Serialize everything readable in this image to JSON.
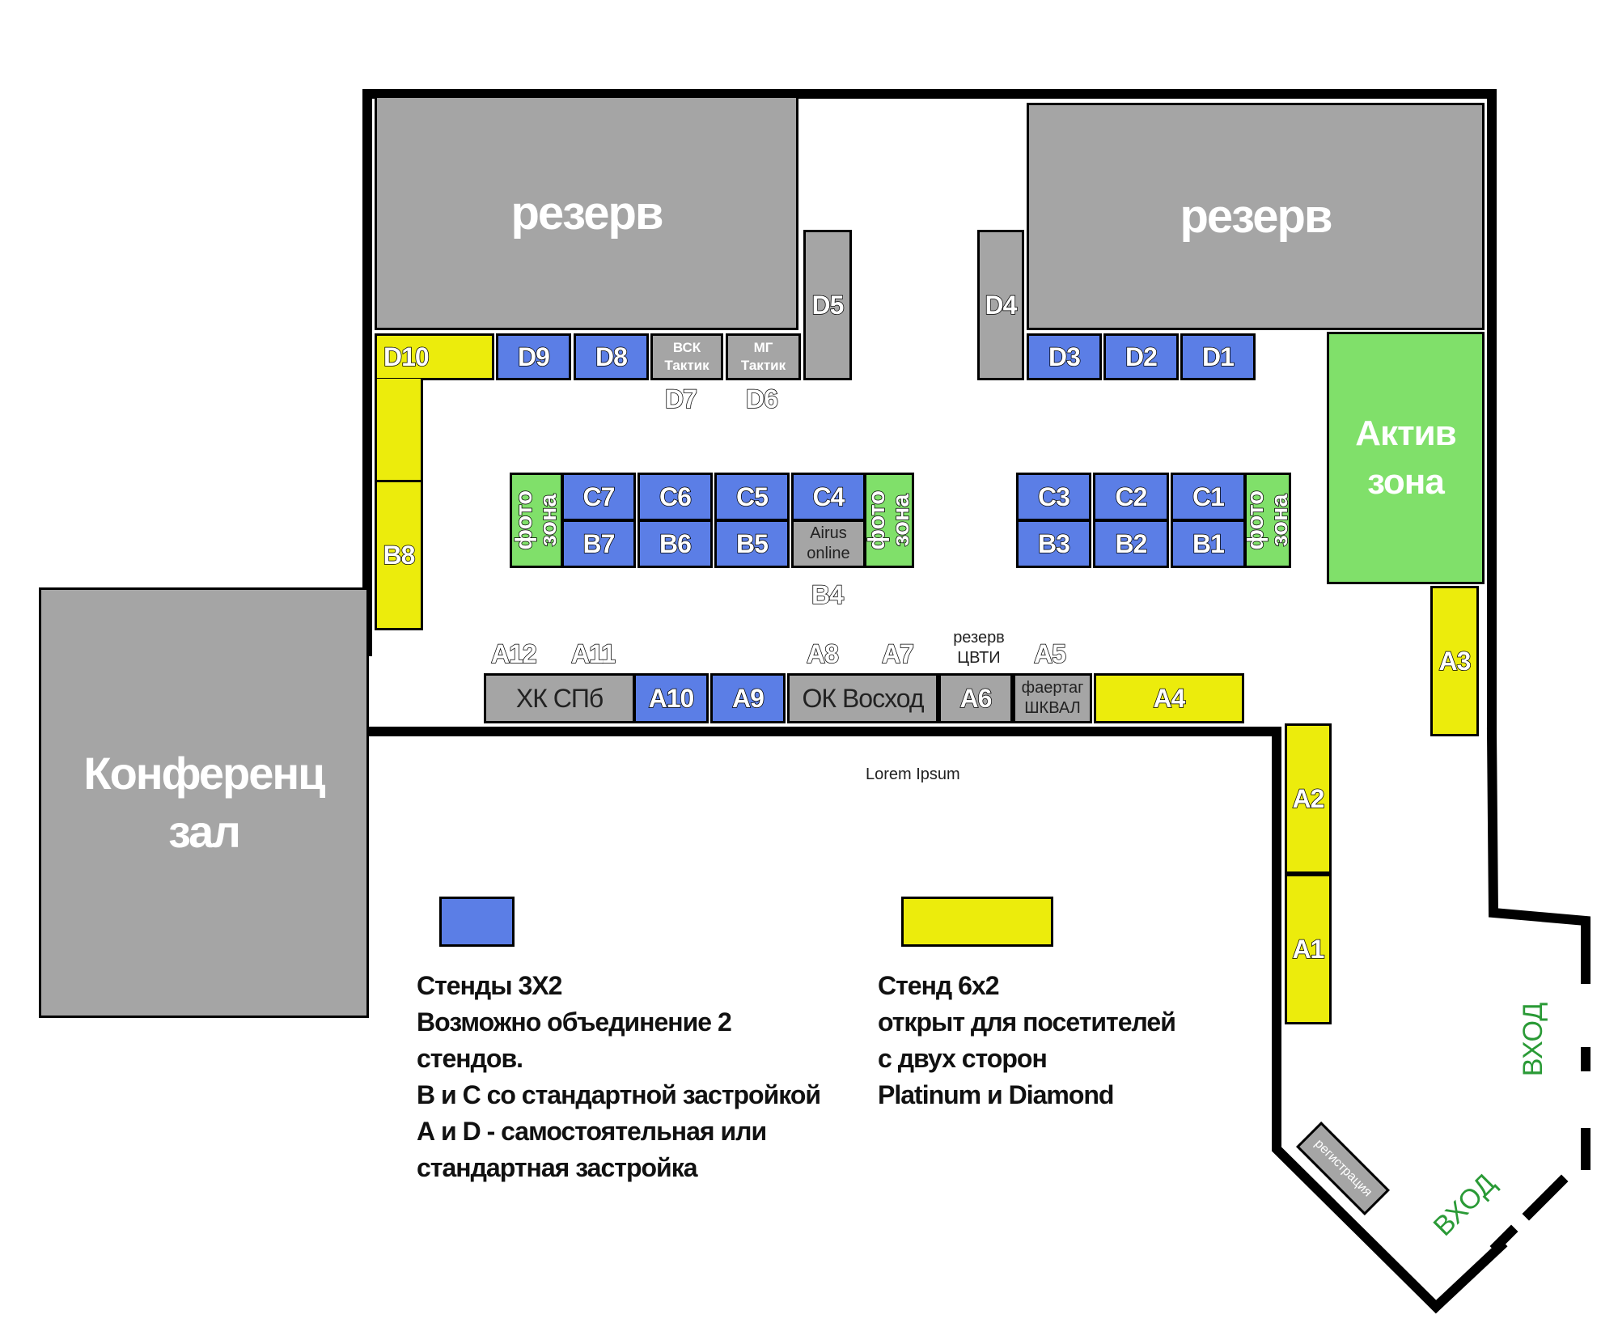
{
  "rooms": {
    "reserve_left": "резерв",
    "reserve_right": "резерв",
    "conference_line1": "Конференц",
    "conference_line2": "зал",
    "active_line1": "Актив",
    "active_line2": "зона",
    "photo_line1": "фото",
    "photo_line2": "зона",
    "registration": "регистрация"
  },
  "booths": {
    "D1": "D1",
    "D2": "D2",
    "D3": "D3",
    "D4": "D4",
    "D5": "D5",
    "D6": "D6",
    "D7": "D7",
    "D8": "D8",
    "D9": "D9",
    "D10": "D10",
    "C1": "C1",
    "C2": "C2",
    "C3": "C3",
    "C4": "C4",
    "C5": "C5",
    "C6": "C6",
    "C7": "C7",
    "B1": "B1",
    "B2": "B2",
    "B3": "B3",
    "B4": "B4",
    "B5": "B5",
    "B6": "B6",
    "B7": "B7",
    "B8": "B8",
    "A1": "A1",
    "A2": "A2",
    "A3": "A3",
    "A4": "A4",
    "A5": "A5",
    "A6": "A6",
    "A7": "A7",
    "A8": "A8",
    "A9": "A9",
    "A10": "A10",
    "A11": "A11",
    "A12": "A12"
  },
  "exhibitors": {
    "vsk_line1": "ВСК",
    "vsk_line2": "Тактик",
    "mg_line1": "МГ",
    "mg_line2": "Тактик",
    "airus_line1": "Airus",
    "airus_line2": "online",
    "hk_spb": "ХК СПб",
    "ok_voskhod": "ОК Восход",
    "reserve_cvti_line1": "резерв",
    "reserve_cvti_line2": "ЦВТИ",
    "faertag_line1": "фаертаг",
    "faertag_line2": "ШКВАЛ"
  },
  "lorem": "Lorem Ipsum",
  "entrances": {
    "entrance_upper": "ВХОД",
    "entrance_lower": "ВХОД"
  },
  "legend": {
    "blue_lines": [
      "Стенды 3Х2",
      "Возможно объединение 2",
      "стендов.",
      "В и С со стандартной застройкой",
      "А и D - самостоятельная или",
      "стандартная застройка"
    ],
    "yellow_lines": [
      "Стенд 6х2",
      "открыт для посетителей",
      "с двух сторон",
      "Platinum  и Diamond"
    ]
  },
  "colors": {
    "blue_booth": "#5b7ee6",
    "yellow_booth": "#ecec0c",
    "green_zone": "#80e06a",
    "gray_zone": "#a5a5a5",
    "entrance_text": "#2a9a36"
  }
}
